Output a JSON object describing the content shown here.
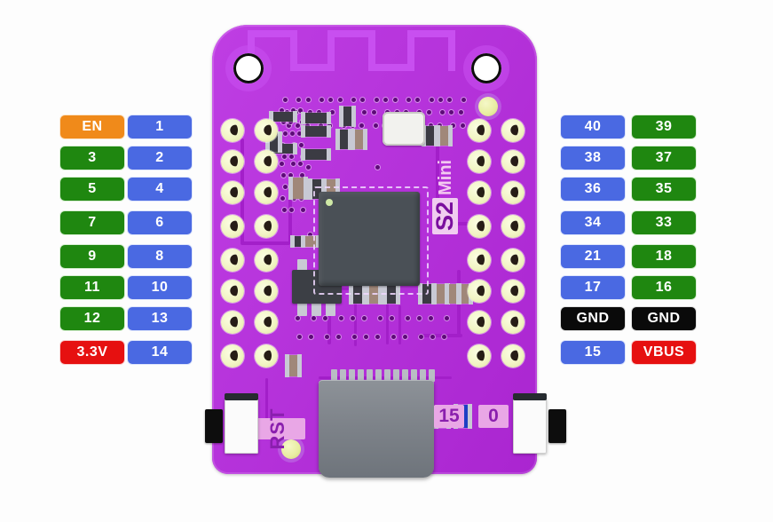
{
  "board": {
    "name": "S2 Mini",
    "silk_chip_label_main": "S2",
    "silk_chip_label_sub": "Mini",
    "silk_reset": "RST",
    "silk_io15": "15",
    "silk_io0": "0",
    "pcb_color": "#b728e0",
    "pad_color": "#f2f5c4",
    "chip_color": "#4a5056",
    "usb_color": "#7e838a"
  },
  "legend_colors": {
    "gpio_blue": "#4a69e2",
    "gpio_green": "#1f8710",
    "enable_orange": "#f08a1a",
    "power_red": "#e61010",
    "ground_black": "#0a0a0a"
  },
  "pinout": {
    "left_outer": [
      {
        "label": "EN",
        "color": "orange"
      },
      {
        "label": "3",
        "color": "green"
      },
      {
        "label": "5",
        "color": "green"
      },
      {
        "label": "7",
        "color": "green"
      },
      {
        "label": "9",
        "color": "green"
      },
      {
        "label": "11",
        "color": "green"
      },
      {
        "label": "12",
        "color": "green"
      },
      {
        "label": "3.3V",
        "color": "red"
      }
    ],
    "left_inner": [
      {
        "label": "1",
        "color": "blue"
      },
      {
        "label": "2",
        "color": "blue"
      },
      {
        "label": "4",
        "color": "blue"
      },
      {
        "label": "6",
        "color": "blue"
      },
      {
        "label": "8",
        "color": "blue"
      },
      {
        "label": "10",
        "color": "blue"
      },
      {
        "label": "13",
        "color": "blue"
      },
      {
        "label": "14",
        "color": "blue"
      }
    ],
    "right_inner": [
      {
        "label": "40",
        "color": "blue"
      },
      {
        "label": "38",
        "color": "blue"
      },
      {
        "label": "36",
        "color": "blue"
      },
      {
        "label": "34",
        "color": "blue"
      },
      {
        "label": "21",
        "color": "blue"
      },
      {
        "label": "17",
        "color": "blue"
      },
      {
        "label": "GND",
        "color": "black"
      },
      {
        "label": "15",
        "color": "blue"
      }
    ],
    "right_outer": [
      {
        "label": "39",
        "color": "green"
      },
      {
        "label": "37",
        "color": "green"
      },
      {
        "label": "35",
        "color": "green"
      },
      {
        "label": "33",
        "color": "green"
      },
      {
        "label": "18",
        "color": "green"
      },
      {
        "label": "16",
        "color": "green"
      },
      {
        "label": "GND",
        "color": "black"
      },
      {
        "label": "VBUS",
        "color": "red"
      }
    ]
  }
}
